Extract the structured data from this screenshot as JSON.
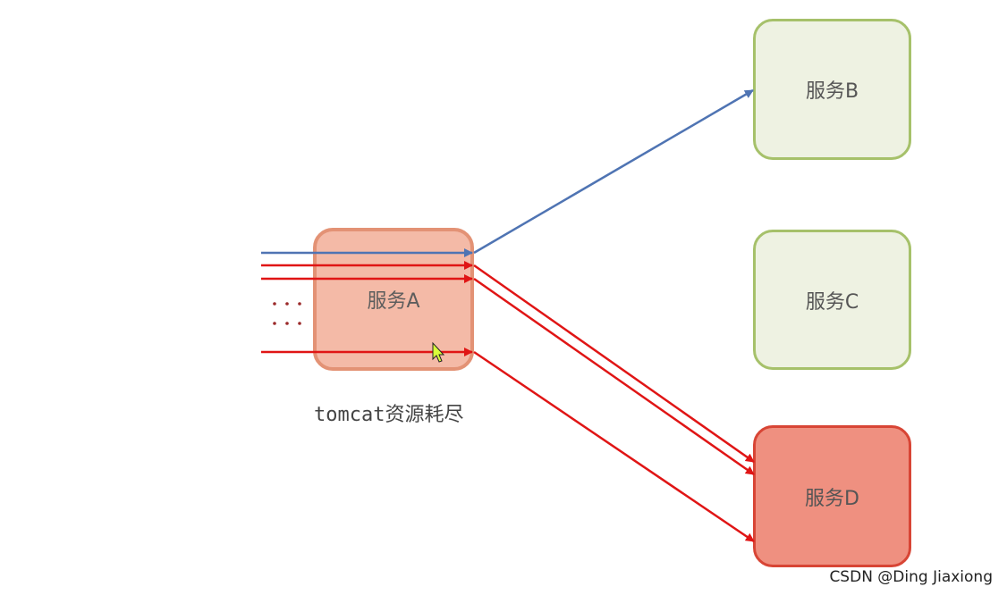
{
  "nodes": {
    "service_a": "服务A",
    "service_b": "服务B",
    "service_c": "服务C",
    "service_d": "服务D"
  },
  "caption": "tomcat资源耗尽",
  "watermark": "CSDN @Ding Jiaxiong",
  "colors": {
    "normal_request": "#4f74b3",
    "blocked_request": "#e01515",
    "service_a_fill": "#f4b7a3",
    "healthy_fill": "#eef2e2",
    "failed_fill": "#ef9080"
  }
}
